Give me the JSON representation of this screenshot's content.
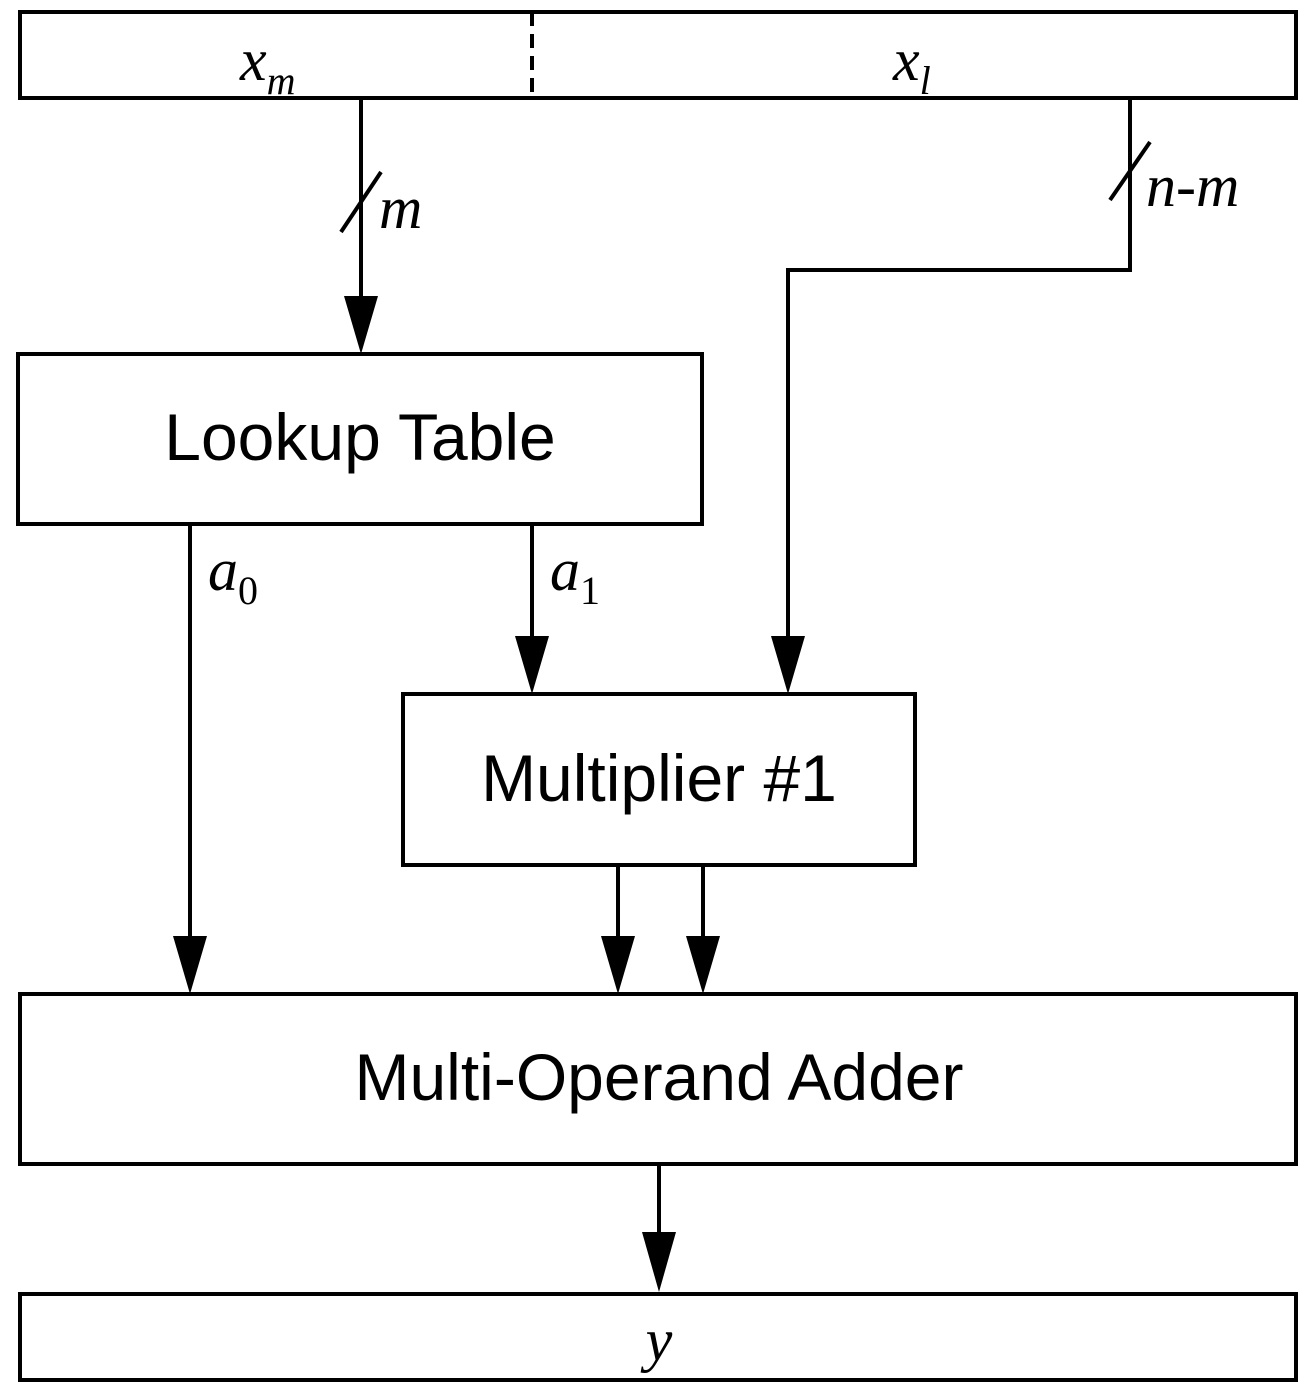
{
  "input_register": {
    "msb_field": {
      "symbol": "x",
      "subscript": "m"
    },
    "lsb_field": {
      "symbol": "x",
      "subscript": "l"
    }
  },
  "buses": {
    "msb_width": "m",
    "lsb_width": "n-m"
  },
  "blocks": {
    "lookup_table": "Lookup Table",
    "multiplier": "Multiplier #1",
    "adder": "Multi-Operand Adder"
  },
  "signals": {
    "a0": {
      "symbol": "a",
      "subscript": "0"
    },
    "a1": {
      "symbol": "a",
      "subscript": "1"
    }
  },
  "output_register": {
    "symbol": "y"
  }
}
